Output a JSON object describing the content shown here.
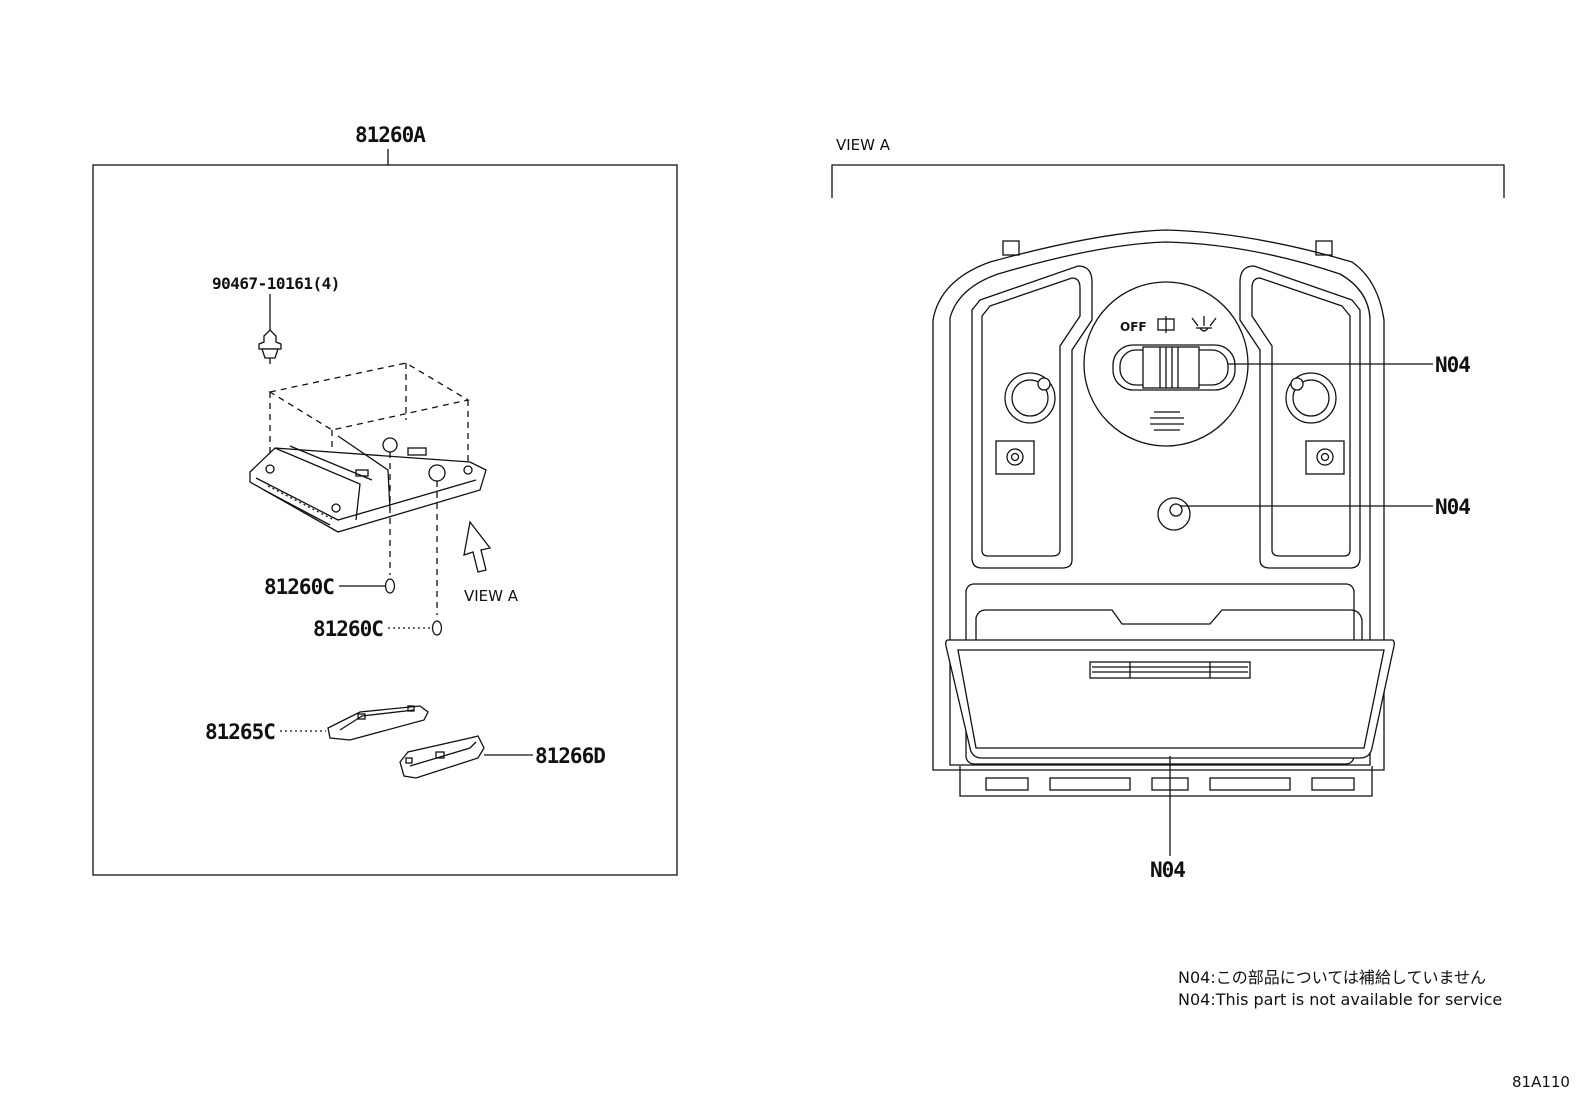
{
  "left_panel": {
    "assembly_number": "81260A",
    "clip_label": "90467-10161(4)",
    "plug_upper_label": "81260C",
    "plug_lower_label": "81260C",
    "cover_left_label": "81265C",
    "cover_right_label": "81266D",
    "view_arrow_label": "VIEW A"
  },
  "right_panel": {
    "view_title": "VIEW A",
    "switch_labels": {
      "off": "OFF"
    },
    "callout_switch": "N04",
    "callout_sensor": "N04",
    "callout_box": "N04"
  },
  "notes": {
    "japanese": "N04:この部品については補給していません",
    "english": "N04:This part is not available for service"
  },
  "figure_code": "81A110"
}
